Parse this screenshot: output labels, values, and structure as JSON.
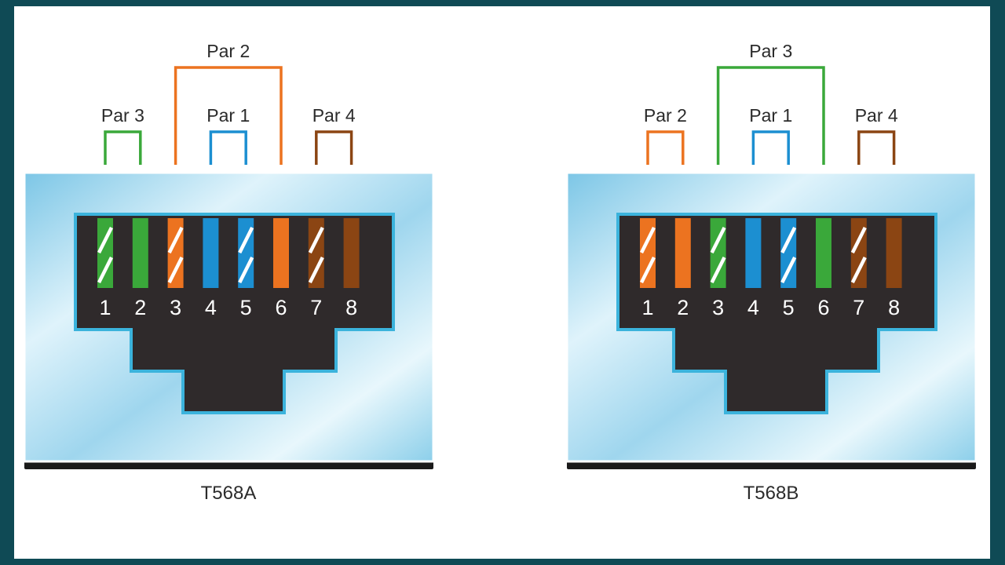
{
  "colors": {
    "green": "#3aa83a",
    "orange": "#ec7320",
    "blue": "#1c8fd1",
    "brown": "#8b4513",
    "port": "#2f2a2b",
    "frame_light": "#e6f5fb",
    "frame_mid": "#8fd0ec"
  },
  "diagrams": [
    {
      "standard": "T568A",
      "pairs": [
        {
          "label": "Par 3",
          "color": "green",
          "pins": [
            1,
            2
          ]
        },
        {
          "label": "Par 2",
          "color": "orange",
          "pins": [
            3,
            6
          ]
        },
        {
          "label": "Par 1",
          "color": "blue",
          "pins": [
            4,
            5
          ]
        },
        {
          "label": "Par 4",
          "color": "brown",
          "pins": [
            7,
            8
          ]
        }
      ],
      "wires": [
        {
          "pin": "1",
          "color": "green",
          "striped": true
        },
        {
          "pin": "2",
          "color": "green",
          "striped": false
        },
        {
          "pin": "3",
          "color": "orange",
          "striped": true
        },
        {
          "pin": "4",
          "color": "blue",
          "striped": false
        },
        {
          "pin": "5",
          "color": "blue",
          "striped": true
        },
        {
          "pin": "6",
          "color": "orange",
          "striped": false
        },
        {
          "pin": "7",
          "color": "brown",
          "striped": true
        },
        {
          "pin": "8",
          "color": "brown",
          "striped": false
        }
      ]
    },
    {
      "standard": "T568B",
      "pairs": [
        {
          "label": "Par 2",
          "color": "orange",
          "pins": [
            1,
            2
          ]
        },
        {
          "label": "Par 3",
          "color": "green",
          "pins": [
            3,
            6
          ]
        },
        {
          "label": "Par 1",
          "color": "blue",
          "pins": [
            4,
            5
          ]
        },
        {
          "label": "Par 4",
          "color": "brown",
          "pins": [
            7,
            8
          ]
        }
      ],
      "wires": [
        {
          "pin": "1",
          "color": "orange",
          "striped": true
        },
        {
          "pin": "2",
          "color": "orange",
          "striped": false
        },
        {
          "pin": "3",
          "color": "green",
          "striped": true
        },
        {
          "pin": "4",
          "color": "blue",
          "striped": false
        },
        {
          "pin": "5",
          "color": "blue",
          "striped": true
        },
        {
          "pin": "6",
          "color": "green",
          "striped": false
        },
        {
          "pin": "7",
          "color": "brown",
          "striped": true
        },
        {
          "pin": "8",
          "color": "brown",
          "striped": false
        }
      ]
    }
  ]
}
